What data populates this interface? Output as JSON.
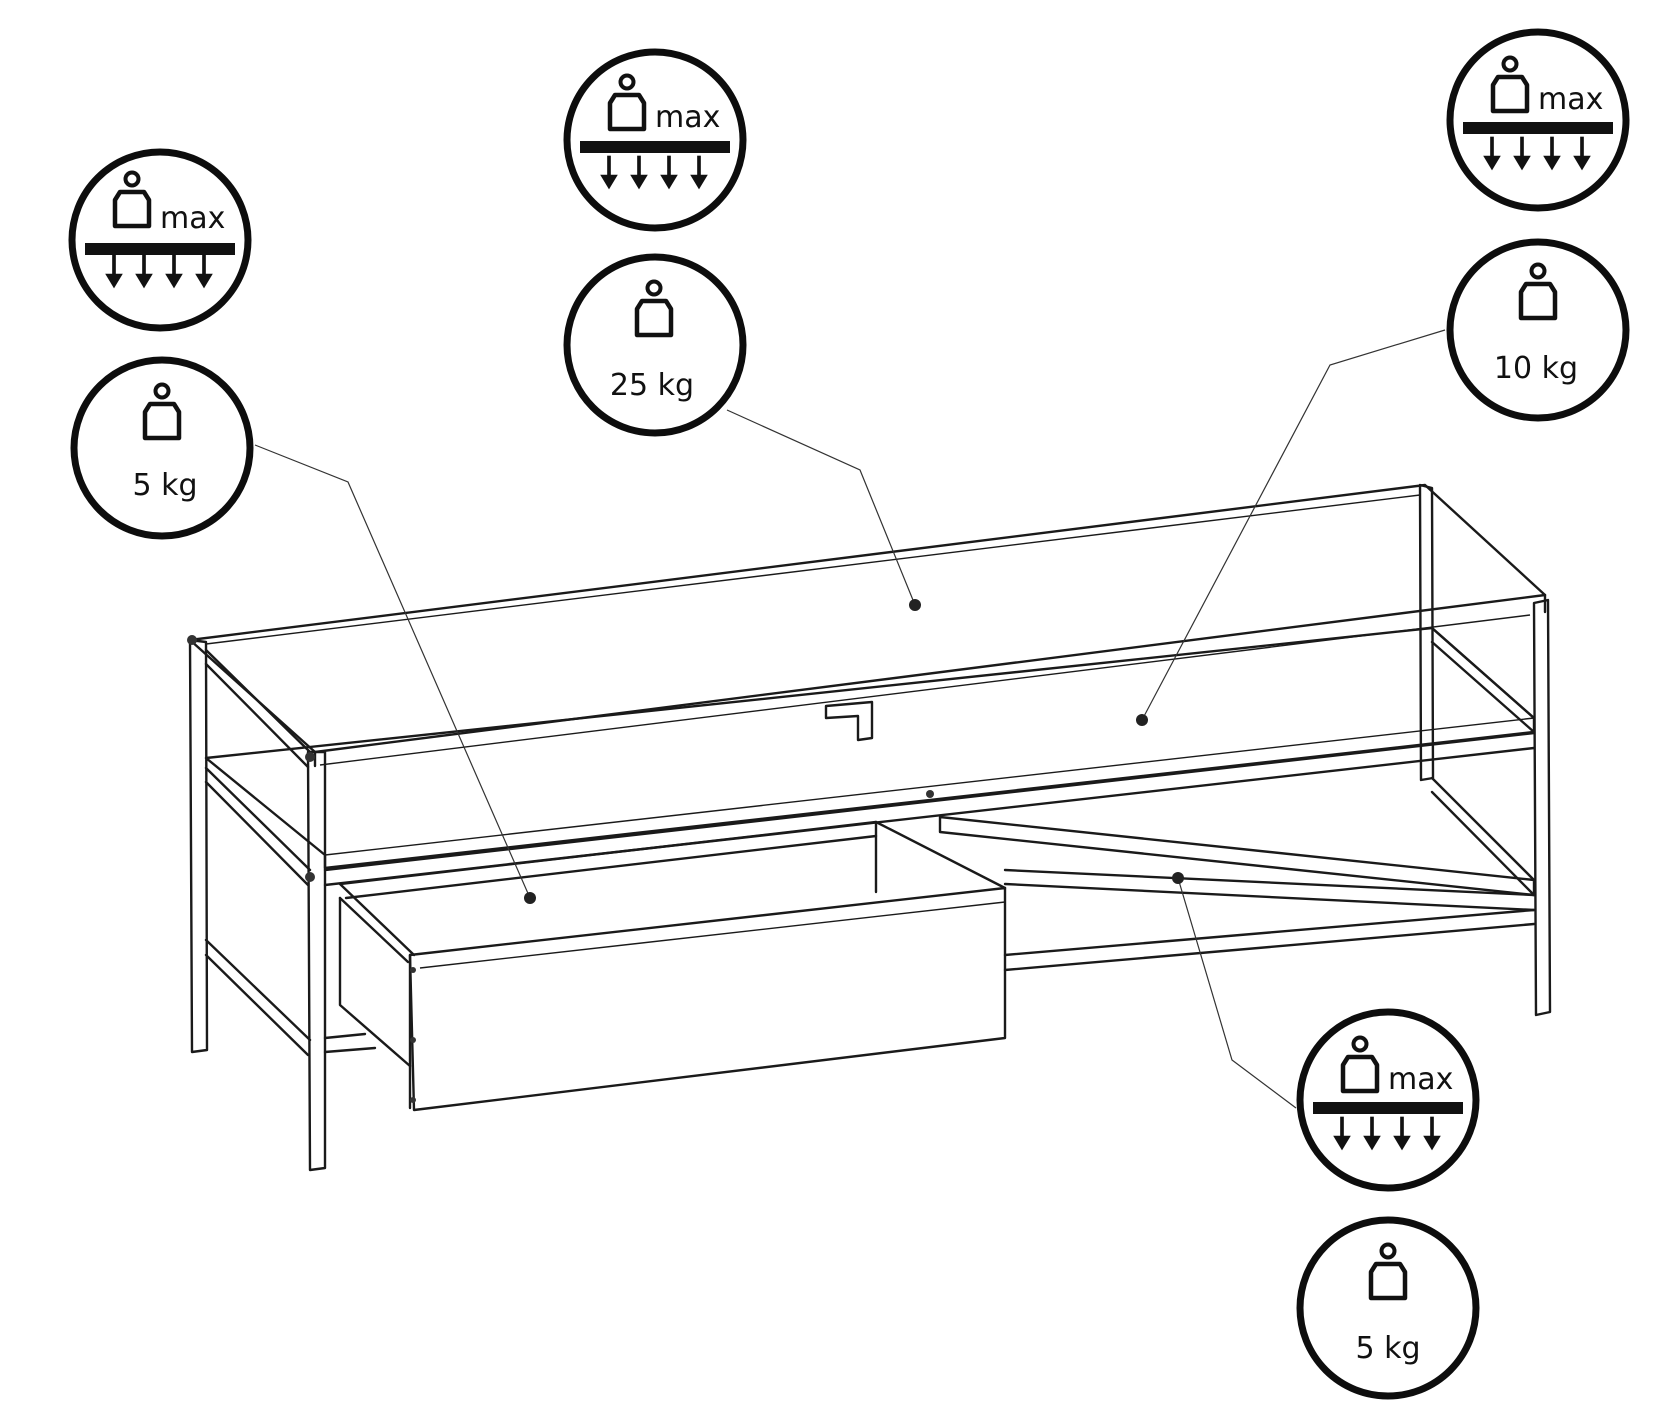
{
  "colors": {
    "ink": "#111111",
    "background": "#ffffff",
    "badge_ring": "#0d0d0d"
  },
  "icon_names": [
    "weight-icon",
    "max-load-icon"
  ],
  "badges": [
    {
      "id": "drawer-left",
      "max_label": "max",
      "load_label": "5 kg"
    },
    {
      "id": "top-shelf",
      "max_label": "max",
      "load_label": "25 kg"
    },
    {
      "id": "middle-shelf",
      "max_label": "max",
      "load_label": "10 kg"
    },
    {
      "id": "drawer-right",
      "max_label": "max",
      "load_label": "5 kg"
    }
  ]
}
